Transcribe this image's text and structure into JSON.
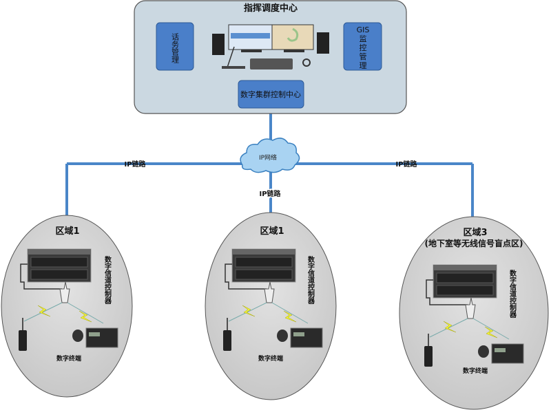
{
  "center": {
    "title": "指挥调度中心",
    "call_mgmt": "话务管理",
    "gis_mgmt": [
      "GIS",
      "监",
      "控",
      "管",
      "理"
    ],
    "trunk_ctrl": "数字集群控制中心"
  },
  "network": {
    "cloud_label": "IP网络",
    "link_left": "IP链路",
    "link_mid": "IP链路",
    "link_right": "IP链路"
  },
  "zones": [
    {
      "title": "区域1",
      "subtitle": "",
      "controller": "数字信道控制器",
      "terminal": "数字终端"
    },
    {
      "title": "区域1",
      "subtitle": "",
      "controller": "数字信道控制器",
      "terminal": "数字终端"
    },
    {
      "title": "区域3",
      "subtitle": "(地下室等无线信号盲点区)",
      "controller": "数字信道控制器",
      "terminal": "数字终端"
    }
  ],
  "colors": {
    "link": "#4a86c8",
    "box": "#4a7fc9",
    "panel": "#cbd8e1",
    "zone": "#d6d6d6",
    "lightning": "#f2f23a"
  }
}
